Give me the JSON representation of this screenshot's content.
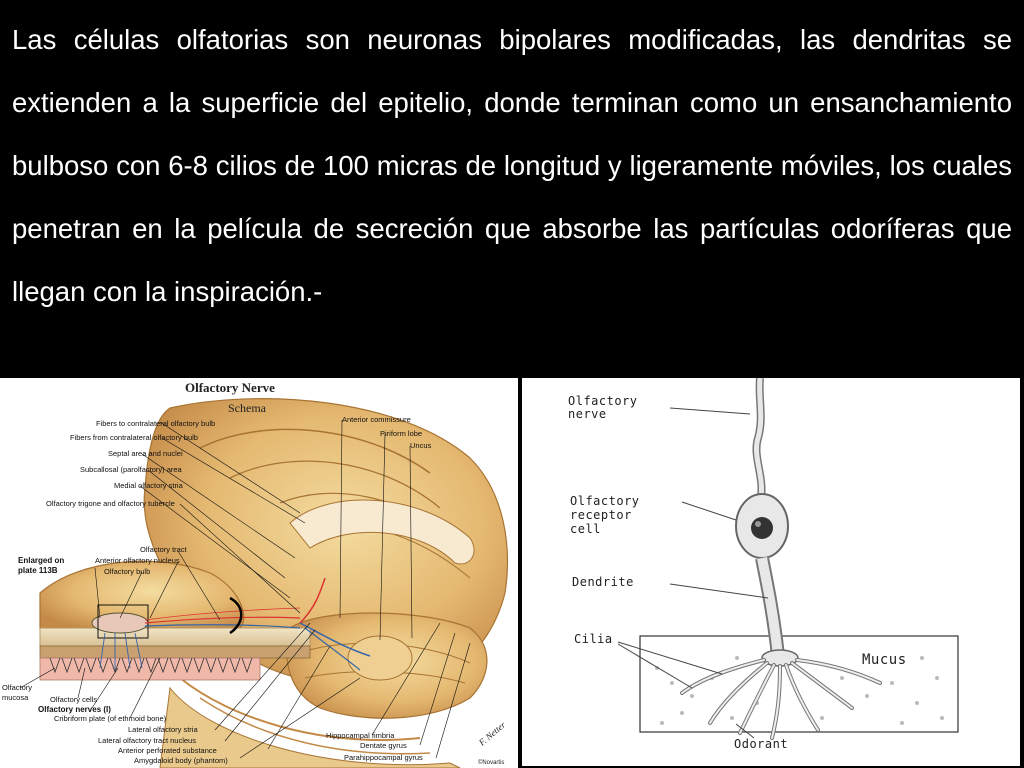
{
  "paragraph": "Las células olfatorias son neuronas bipolares modificadas, las dendritas se extienden a la superficie del epitelio, donde terminan como un ensanchamiento bulboso con 6-8 cilios de 100 micras de longitud y ligeramente móviles, los cuales penetran en la película de secreción que absorbe las partículas odoríferas que llegan con la inspiración.-",
  "left_figure": {
    "title": "Olfactory Nerve",
    "subtitle": "Schema",
    "enlarged_note": [
      "Enlarged on",
      "plate 113B"
    ],
    "labels_left": [
      "Fibers to contralateral olfactory bulb",
      "Fibers from contralateral olfactory bulb",
      "Septal area and nuclei",
      "Subcallosal (parolfactory) area",
      "Medial olfactory stria",
      "Olfactory trigone and olfactory tubercle",
      "Olfactory tract",
      "Anterior olfactory nucleus",
      "Olfactory bulb"
    ],
    "labels_right_top": [
      "Anterior commissure",
      "Piriform lobe",
      "Uncus"
    ],
    "labels_bottom_left": [
      "Olfactory",
      "mucosa",
      "Olfactory cells",
      "Olfactory nerves (I)",
      "Cribriform plate (of ethmoid bone)"
    ],
    "labels_bottom": [
      "Lateral olfactory stria",
      "Lateral olfactory tract nucleus",
      "Anterior perforated substance",
      "Amygdaloid body (phantom)"
    ],
    "labels_bottom_right": [
      "Hippocampal fimbria",
      "Dentate gyrus",
      "Parahippocampal gyrus"
    ],
    "signature": "F. Netter",
    "copyright": "©Novartis"
  },
  "right_figure": {
    "nerve_label": [
      "Olfactory",
      "nerve"
    ],
    "receptor_label": [
      "Olfactory",
      "receptor",
      "cell"
    ],
    "dendrite_label": "Dendrite",
    "cilia_label": "Cilia",
    "mucus_label": "Mucus",
    "odorant_label": "Odorant"
  }
}
